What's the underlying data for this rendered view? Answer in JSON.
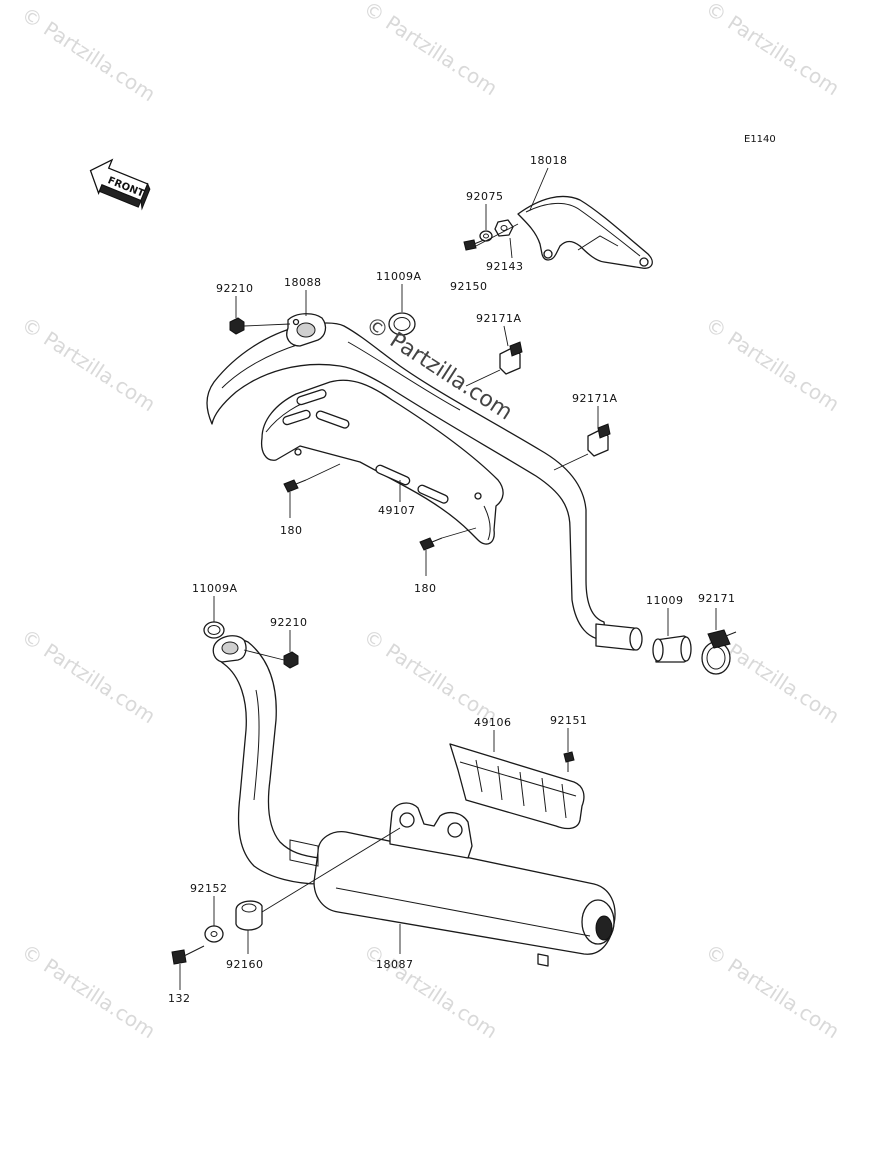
{
  "diagram_code": "E1140",
  "front_label": "FRONT",
  "watermark_text": "© Partzilla.com",
  "watermark_center_text": "© Partzilla.com",
  "parts": {
    "p18018": "18018",
    "p92075": "92075",
    "p92143": "92143",
    "p92150": "92150",
    "p92210a": "92210",
    "p18088": "18088",
    "p11009a_top": "11009A",
    "p92171a_1": "92171A",
    "p92171a_2": "92171A",
    "p180a": "180",
    "p49107": "49107",
    "p180b": "180",
    "p11009a_low": "11009A",
    "p92210b": "92210",
    "p11009": "11009",
    "p92171": "92171",
    "p49106": "49106",
    "p92151": "92151",
    "p92152": "92152",
    "p92160": "92160",
    "p18087": "18087",
    "p132": "132"
  }
}
